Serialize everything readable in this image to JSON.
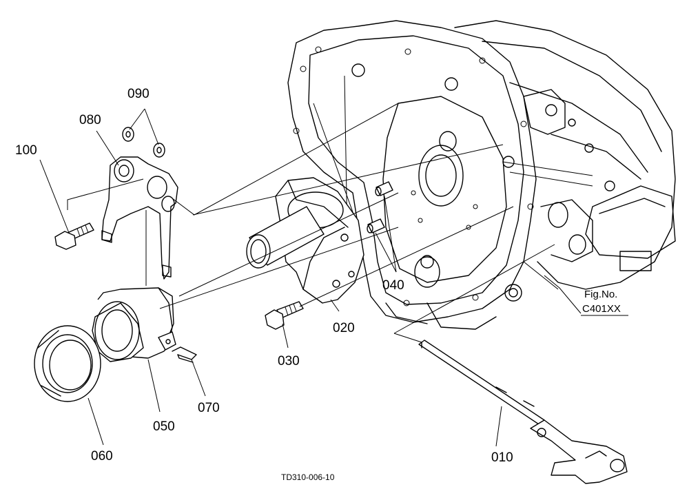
{
  "labels": {
    "p010": "010",
    "p020": "020",
    "p030": "030",
    "p040": "040",
    "p050": "050",
    "p060": "060",
    "p070": "070",
    "p080": "080",
    "p090": "090",
    "p100": "100"
  },
  "reference": {
    "line1": "Fig.No.",
    "line2": "C401XX"
  },
  "drawing_code": "TD310-006-10"
}
